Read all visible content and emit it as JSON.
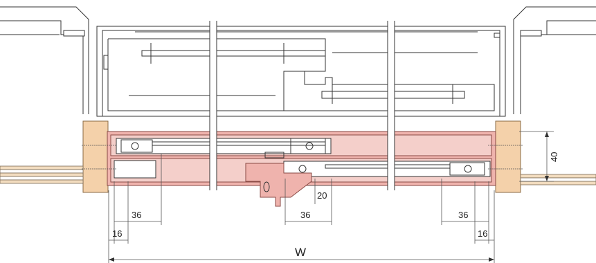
{
  "dimensions": {
    "left_inner": "36",
    "left_offset": "16",
    "center_offset": "36",
    "drop": "20",
    "right_inner": "36",
    "right_offset": "16",
    "height": "40",
    "overall_width": "W"
  },
  "colors": {
    "panel_fill": "#efb3ad",
    "frame_wood": "#f4d1aa",
    "floor_strip": "#f2dcbf",
    "line": "#333333"
  }
}
